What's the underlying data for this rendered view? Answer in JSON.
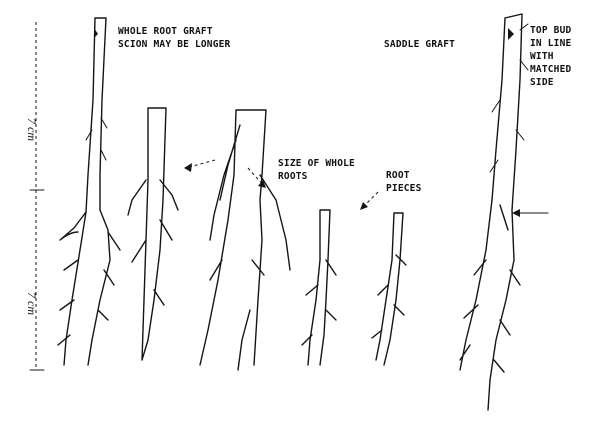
{
  "labels": {
    "whole_root_graft_line1": "WHOLE ROOT GRAFT",
    "whole_root_graft_line2": "SCION MAY BE LONGER",
    "saddle_graft": "SADDLE GRAFT",
    "top_bud_line1": "TOP BUD",
    "top_bud_line2": "IN LINE",
    "top_bud_line3": "WITH",
    "top_bud_line4": "MATCHED",
    "top_bud_line5": "SIDE",
    "size_whole_roots_line1": "SIZE OF WHOLE",
    "size_whole_roots_line2": "ROOTS",
    "root_pieces_line1": "ROOT",
    "root_pieces_line2": "PIECES"
  },
  "scale": {
    "upper": "7 cm",
    "lower": "7 cm"
  }
}
